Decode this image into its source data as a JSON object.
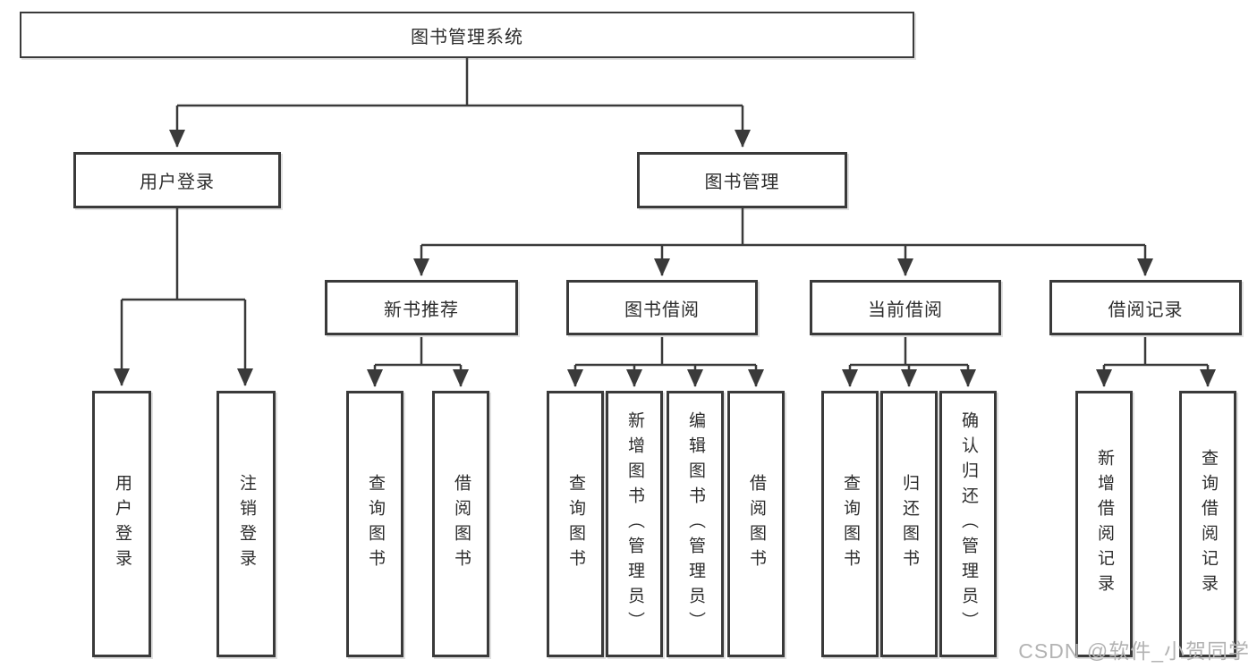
{
  "root": {
    "label": "图书管理系统"
  },
  "branches": [
    {
      "label": "用户登录",
      "children": [
        {
          "label": "用户登录"
        },
        {
          "label": "注销登录"
        }
      ]
    },
    {
      "label": "图书管理",
      "children": [
        {
          "label": "新书推荐",
          "children": [
            {
              "label": "查询图书"
            },
            {
              "label": "借阅图书"
            }
          ]
        },
        {
          "label": "图书借阅",
          "children": [
            {
              "label": "查询图书"
            },
            {
              "label": "新增图书（管理员）"
            },
            {
              "label": "编辑图书（管理员）"
            },
            {
              "label": "借阅图书"
            }
          ]
        },
        {
          "label": "当前借阅",
          "children": [
            {
              "label": "查询图书"
            },
            {
              "label": "归还图书"
            },
            {
              "label": "确认归还（管理员）"
            }
          ]
        },
        {
          "label": "借阅记录",
          "children": [
            {
              "label": "新增借阅记录"
            },
            {
              "label": "查询借阅记录"
            }
          ]
        }
      ]
    }
  ],
  "watermark": {
    "text": "CSDN @软件_小贺同学",
    "color": "#b3b3b3"
  },
  "colors": {
    "line": "#3a3a3a",
    "box_border": "#3a3a3a",
    "text": "#2d2d2d",
    "background": "#ffffff"
  }
}
